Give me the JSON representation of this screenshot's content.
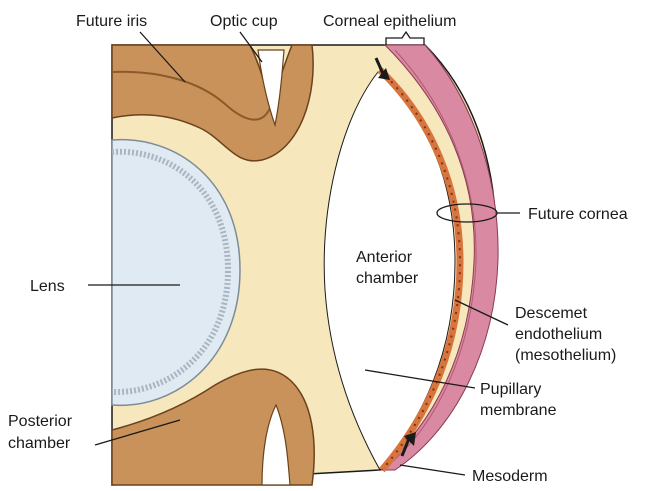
{
  "labels": {
    "future_iris": "Future iris",
    "optic_cup": "Optic cup",
    "corneal_epithelium": "Corneal epithelium",
    "future_cornea": "Future cornea",
    "anterior_chamber_1": "Anterior",
    "anterior_chamber_2": "chamber",
    "lens": "Lens",
    "descemet_1": "Descemet",
    "descemet_2": "endothelium",
    "descemet_3": "(mesothelium)",
    "pupillary_1": "Pupillary",
    "pupillary_2": "membrane",
    "posterior_1": "Posterior",
    "posterior_2": "chamber",
    "mesoderm": "Mesoderm"
  },
  "colors": {
    "mesenchyme": "#f6e7bd",
    "iris_tissue": "#c9925a",
    "iris_dark": "#8a5a2b",
    "lens_fill": "#dfeaf3",
    "lens_rim": "#a9b6c2",
    "corneal_epithelium": "#d98aa2",
    "endothelium": "#d8743e",
    "outline": "#1a1a1a"
  }
}
